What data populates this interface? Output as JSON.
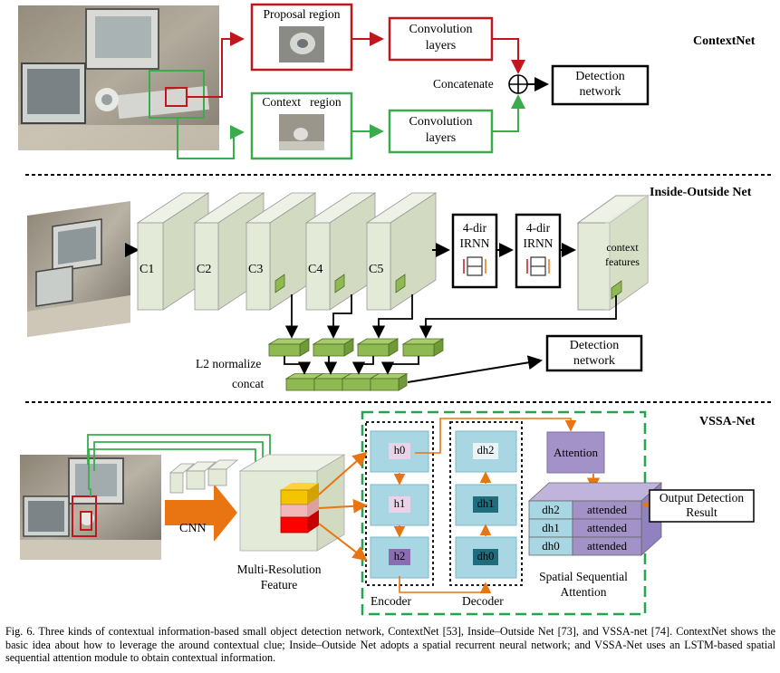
{
  "contextnet": {
    "title": "ContextNet",
    "proposal_label": "Proposal region",
    "context_label": "Context   region",
    "conv_top": [
      "Convolution",
      "layers"
    ],
    "conv_bottom": [
      "Convolution",
      "layers"
    ],
    "concatenate_label": "Concatenate",
    "detection": [
      "Detection",
      "network"
    ]
  },
  "ion": {
    "title": "Inside-Outside Net",
    "layers": [
      "C1",
      "C2",
      "C3",
      "C4",
      "C5"
    ],
    "irnn1": [
      "4-dir",
      "IRNN"
    ],
    "irnn2": [
      "4-dir",
      "IRNN"
    ],
    "context_features": [
      "context",
      "features"
    ],
    "l2_label": "L2 normalize",
    "concat_label": "concat",
    "detection": [
      "Detection",
      "network"
    ]
  },
  "vssa": {
    "title": "VSSA-Net",
    "cnn_label": "CNN",
    "feature_label": [
      "Multi-Resolution",
      "Feature"
    ],
    "encoder_states": [
      "h0",
      "h1",
      "h2"
    ],
    "decoder_states": [
      "dh2",
      "dh1",
      "dh0"
    ],
    "encoder_label": "Encoder",
    "decoder_label": "Decoder",
    "attention_label": "Attention",
    "stack_rows": [
      "dh2",
      "dh1",
      "dh0"
    ],
    "attended_label": "attended",
    "ssa_label": [
      "Spatial Sequential",
      "Attention"
    ],
    "output_label": [
      "Output Detection",
      "Result"
    ]
  },
  "caption": "Fig. 6.   Three kinds of contextual information-based small object detection network, ContextNet [53], Inside–Outside Net [73], and VSSA-net [74]. ContextNet shows the basic idea about how to leverage the around contextual clue; Inside–Outside Net adopts a spatial recurrent neural network; and VSSA-Net uses an LSTM-based spatial sequential attention module to obtain contextual information.",
  "colors": {
    "red": "#c0171e",
    "green": "#3aac4c",
    "layer_fill": "#e3ead7",
    "feature_green": "#8fba52",
    "orange": "#e87511",
    "cell_blue": "#a8d7e3",
    "teal": "#1f6d7c",
    "purple": "#a292c7",
    "dash_green": "#1fa84a"
  }
}
